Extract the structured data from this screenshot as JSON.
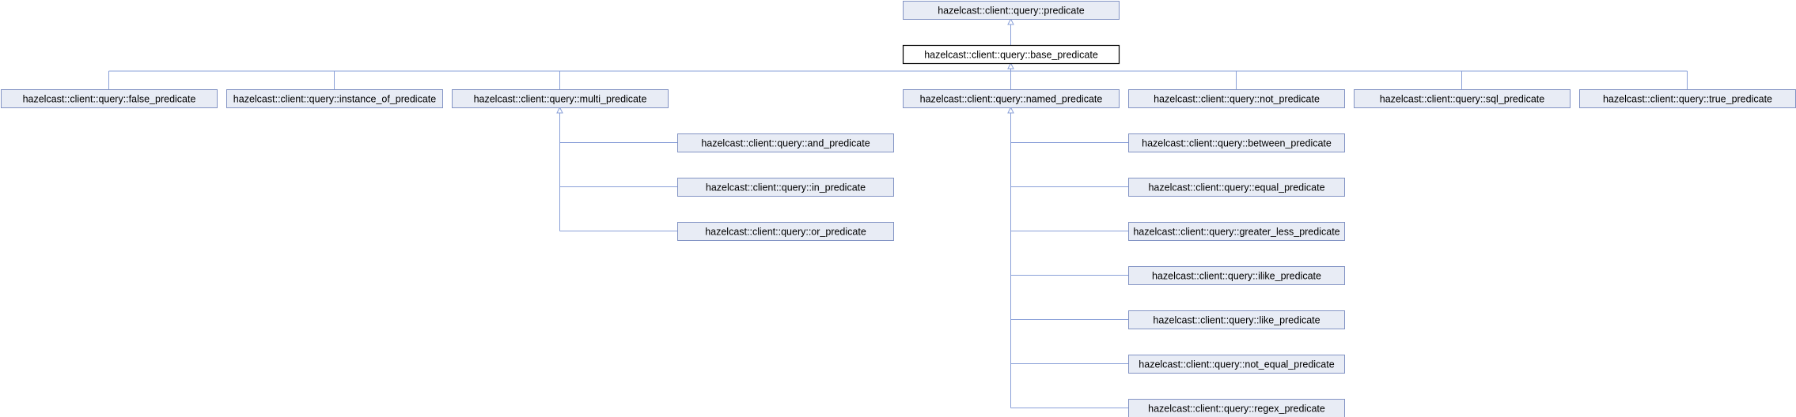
{
  "nodes": [
    {
      "id": "predicate",
      "label": "hazelcast::client::query::predicate",
      "current": false
    },
    {
      "id": "base_predicate",
      "label": "hazelcast::client::query::base_predicate",
      "current": true
    },
    {
      "id": "false_predicate",
      "label": "hazelcast::client::query::false_predicate",
      "current": false
    },
    {
      "id": "instance_of_predicate",
      "label": "hazelcast::client::query::instance_of_predicate",
      "current": false
    },
    {
      "id": "multi_predicate",
      "label": "hazelcast::client::query::multi_predicate",
      "current": false
    },
    {
      "id": "named_predicate",
      "label": "hazelcast::client::query::named_predicate",
      "current": false
    },
    {
      "id": "not_predicate",
      "label": "hazelcast::client::query::not_predicate",
      "current": false
    },
    {
      "id": "sql_predicate",
      "label": "hazelcast::client::query::sql_predicate",
      "current": false
    },
    {
      "id": "true_predicate",
      "label": "hazelcast::client::query::true_predicate",
      "current": false
    },
    {
      "id": "and_predicate",
      "label": "hazelcast::client::query::and_predicate",
      "current": false
    },
    {
      "id": "in_predicate",
      "label": "hazelcast::client::query::in_predicate",
      "current": false
    },
    {
      "id": "or_predicate",
      "label": "hazelcast::client::query::or_predicate",
      "current": false
    },
    {
      "id": "between_predicate",
      "label": "hazelcast::client::query::between_predicate",
      "current": false
    },
    {
      "id": "equal_predicate",
      "label": "hazelcast::client::query::equal_predicate",
      "current": false
    },
    {
      "id": "greater_less_predicate",
      "label": "hazelcast::client::query::greater_less_predicate",
      "current": false
    },
    {
      "id": "ilike_predicate",
      "label": "hazelcast::client::query::ilike_predicate",
      "current": false
    },
    {
      "id": "like_predicate",
      "label": "hazelcast::client::query::like_predicate",
      "current": false
    },
    {
      "id": "not_equal_predicate",
      "label": "hazelcast::client::query::not_equal_predicate",
      "current": false
    },
    {
      "id": "regex_predicate",
      "label": "hazelcast::client::query::regex_predicate",
      "current": false
    }
  ],
  "edges": [
    {
      "from": "base_predicate",
      "to": "predicate"
    },
    {
      "from": "false_predicate",
      "to": "base_predicate"
    },
    {
      "from": "instance_of_predicate",
      "to": "base_predicate"
    },
    {
      "from": "multi_predicate",
      "to": "base_predicate"
    },
    {
      "from": "named_predicate",
      "to": "base_predicate"
    },
    {
      "from": "not_predicate",
      "to": "base_predicate"
    },
    {
      "from": "sql_predicate",
      "to": "base_predicate"
    },
    {
      "from": "true_predicate",
      "to": "base_predicate"
    },
    {
      "from": "and_predicate",
      "to": "multi_predicate"
    },
    {
      "from": "in_predicate",
      "to": "multi_predicate"
    },
    {
      "from": "or_predicate",
      "to": "multi_predicate"
    },
    {
      "from": "between_predicate",
      "to": "named_predicate"
    },
    {
      "from": "equal_predicate",
      "to": "named_predicate"
    },
    {
      "from": "greater_less_predicate",
      "to": "named_predicate"
    },
    {
      "from": "ilike_predicate",
      "to": "named_predicate"
    },
    {
      "from": "like_predicate",
      "to": "named_predicate"
    },
    {
      "from": "not_equal_predicate",
      "to": "named_predicate"
    },
    {
      "from": "regex_predicate",
      "to": "named_predicate"
    }
  ]
}
